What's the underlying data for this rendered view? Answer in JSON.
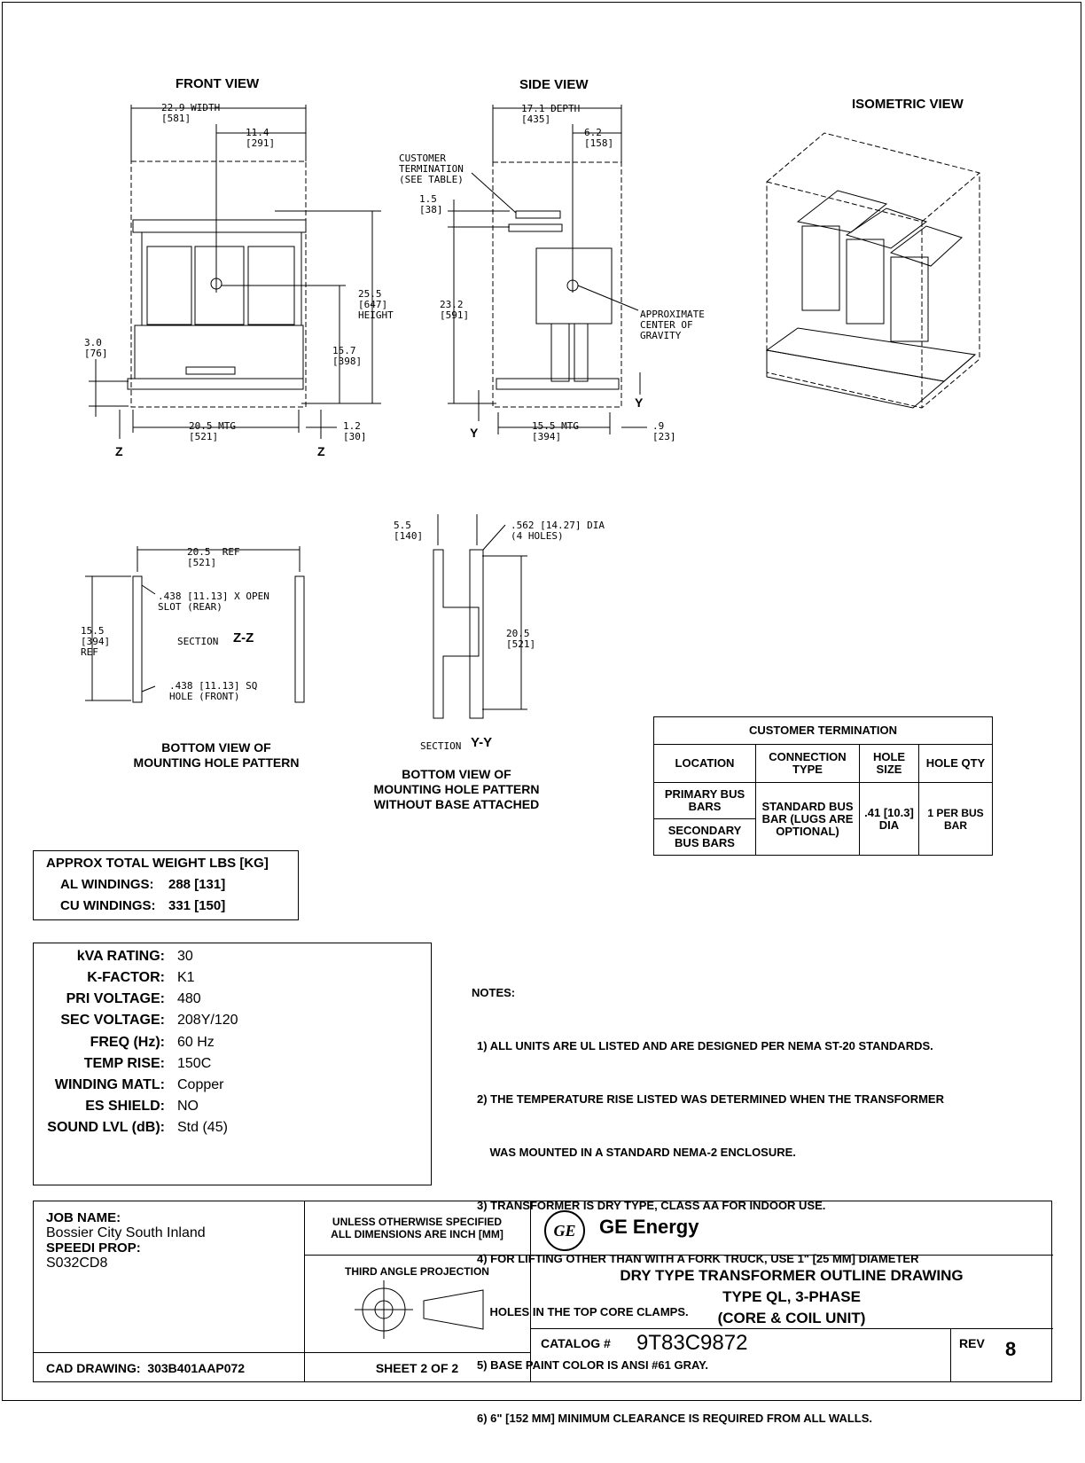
{
  "views": {
    "front": "FRONT VIEW",
    "side": "SIDE VIEW",
    "iso": "ISOMETRIC VIEW",
    "bottom_zz_1": "BOTTOM VIEW OF",
    "bottom_zz_2": "MOUNTING HOLE PATTERN",
    "bottom_yy_1": "BOTTOM VIEW OF",
    "bottom_yy_2": "MOUNTING HOLE PATTERN",
    "bottom_yy_3": "WITHOUT BASE ATTACHED"
  },
  "dims": {
    "width": "22.9 WIDTH\n[581]",
    "half_width": "11.4\n[291]",
    "height": "25.5\n[647]\nHEIGHT",
    "cg_height": "15.7\n[398]",
    "base": "3.0\n[76]",
    "front_mtg": "20.5 MTG\n[521]",
    "front_edge": "1.2\n[30]",
    "depth": "17.1 DEPTH\n[435]",
    "half_depth": "6.2\n[158]",
    "cust_term": "CUSTOMER\nTERMINATION\n(SEE TABLE)",
    "term_height": "1.5\n[38]",
    "side_height": "23.2\n[591]",
    "cog": "APPROXIMATE\nCENTER OF\nGRAVITY",
    "side_mtg": "15.5 MTG\n[394]",
    "side_edge": ".9\n[23]",
    "zz_ref": "20.5  REF\n[521]",
    "zz_slot": ".438 [11.13] X OPEN\nSLOT (REAR)",
    "zz_side": "15.5\n[394]\nREF",
    "zz_hole": ".438 [11.13] SQ\nHOLE (FRONT)",
    "zz_section": "SECTION",
    "zz_mark": "Z-Z",
    "yy_width": "5.5\n[140]",
    "yy_hole": ".562 [14.27] DIA\n(4 HOLES)",
    "yy_len": "20.5\n[521]",
    "yy_section": "SECTION",
    "yy_mark": "Y-Y",
    "z": "Z",
    "y": "Y"
  },
  "termination": {
    "title": "CUSTOMER TERMINATION",
    "headers": [
      "LOCATION",
      "CONNECTION TYPE",
      "HOLE SIZE",
      "HOLE QTY"
    ],
    "primary": "PRIMARY BUS BARS",
    "secondary": "SECONDARY BUS BARS",
    "conn": "STANDARD BUS BAR (LUGS ARE OPTIONAL)",
    "size": ".41 [10.3] DIA",
    "qty": "1 PER BUS BAR"
  },
  "weight": {
    "title": "APPROX TOTAL WEIGHT LBS [KG]",
    "al_label": "AL WINDINGS:",
    "al_value": "288 [131]",
    "cu_label": "CU WINDINGS:",
    "cu_value": "331 [150]"
  },
  "ratings": [
    {
      "label": "kVA RATING:",
      "value": "30"
    },
    {
      "label": "K-FACTOR:",
      "value": "K1"
    },
    {
      "label": "PRI VOLTAGE:",
      "value": "480"
    },
    {
      "label": "SEC VOLTAGE:",
      "value": "208Y/120"
    },
    {
      "label": "FREQ (Hz):",
      "value": "60 Hz"
    },
    {
      "label": "TEMP RISE:",
      "value": "150C"
    },
    {
      "label": "WINDING MATL:",
      "value": "Copper"
    },
    {
      "label": "ES SHIELD:",
      "value": "NO"
    },
    {
      "label": "SOUND LVL (dB):",
      "value": "Std (45)"
    }
  ],
  "notes": {
    "title": "NOTES:",
    "items": [
      "1) ALL UNITS ARE UL LISTED AND ARE DESIGNED PER NEMA ST-20 STANDARDS.",
      "2) THE TEMPERATURE RISE LISTED WAS DETERMINED WHEN THE TRANSFORMER",
      "    WAS MOUNTED IN A STANDARD NEMA-2 ENCLOSURE.",
      "3) TRANSFORMER IS DRY TYPE, CLASS AA FOR INDOOR USE.",
      "4) FOR LIFTING OTHER THAN WITH A FORK TRUCK, USE 1\" [25 MM] DIAMETER",
      "    HOLES IN THE TOP CORE CLAMPS.",
      "5) BASE PAINT COLOR IS ANSI #61 GRAY.",
      "6) 6\" [152 MM] MINIMUM CLEARANCE IS REQUIRED FROM ALL WALLS."
    ]
  },
  "title_block": {
    "job_label": "JOB NAME:",
    "job_value": "Bossier City South Inland",
    "speedi_label": "SPEEDI PROP:",
    "speedi_value": "S032CD8",
    "cad_label": "CAD DRAWING:",
    "cad_value": "303B401AAP072",
    "unless": "UNLESS OTHERWISE SPECIFIED",
    "units": "ALL DIMENSIONS ARE INCH [MM]",
    "projection": "THIRD ANGLE PROJECTION",
    "sheet": "SHEET 2 OF 2",
    "company": "GE Energy",
    "logo": "GE",
    "title1": "DRY TYPE TRANSFORMER OUTLINE DRAWING",
    "title2": "TYPE QL, 3-PHASE",
    "title3": "(CORE & COIL UNIT)",
    "catalog_label": "CATALOG #",
    "catalog_value": "9T83C9872",
    "rev_label": "REV",
    "rev_value": "8"
  }
}
